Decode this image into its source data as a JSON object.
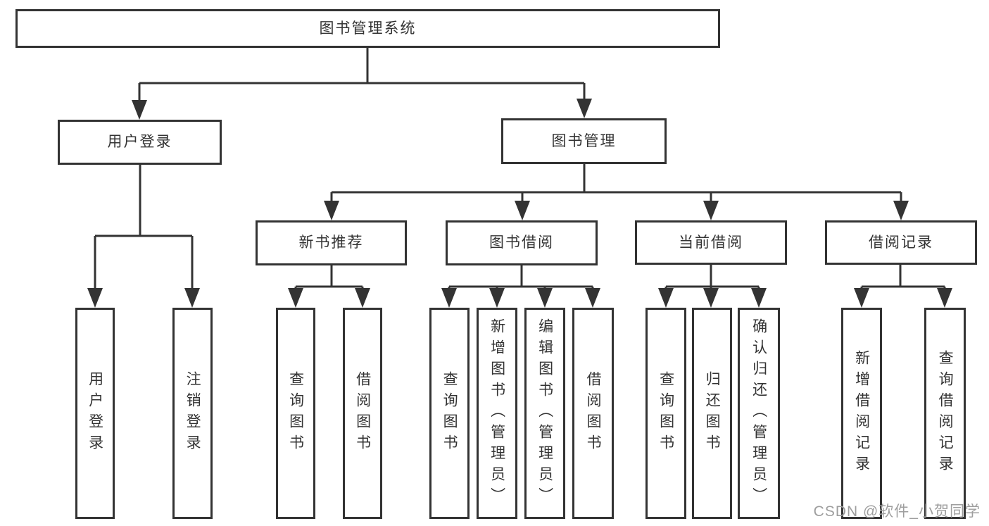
{
  "tree": {
    "label": "图书管理系统",
    "children": [
      {
        "label": "用户登录",
        "children": [
          {
            "label": "用户登录"
          },
          {
            "label": "注销登录"
          }
        ]
      },
      {
        "label": "图书管理",
        "children": [
          {
            "label": "新书推荐",
            "children": [
              {
                "label": "查询图书"
              },
              {
                "label": "借阅图书"
              }
            ]
          },
          {
            "label": "图书借阅",
            "children": [
              {
                "label": "查询图书"
              },
              {
                "label": "新增图书（管理员）"
              },
              {
                "label": "编辑图书（管理员）"
              },
              {
                "label": "借阅图书"
              }
            ]
          },
          {
            "label": "当前借阅",
            "children": [
              {
                "label": "查询图书"
              },
              {
                "label": "归还图书"
              },
              {
                "label": "确认归还（管理员）"
              }
            ]
          },
          {
            "label": "借阅记录",
            "children": [
              {
                "label": "新增借阅记录"
              },
              {
                "label": "查询借阅记录"
              }
            ]
          }
        ]
      }
    ]
  },
  "watermark": {
    "text": "CSDN @软件_小贺同学"
  },
  "colors": {
    "line": "#333333",
    "box_border": "#333333",
    "box_fill": "#ffffff",
    "text": "#333333",
    "watermark": "#9e9e9e"
  }
}
